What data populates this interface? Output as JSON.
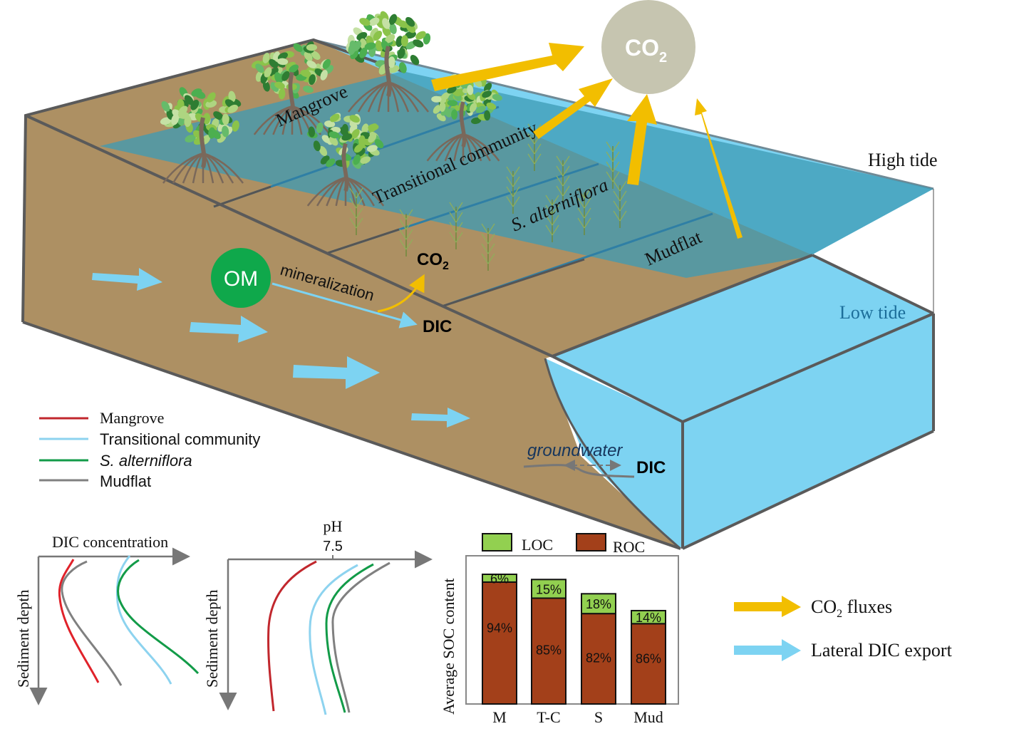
{
  "diagram": {
    "zones": [
      "Mangrove",
      "Transitional community",
      "S. alterniflora",
      "Mudflat"
    ],
    "tide_labels": {
      "high": "High tide",
      "low": "Low tide"
    },
    "atmosphere": {
      "label": "CO",
      "sub": "2"
    },
    "soil": {
      "om_label": "OM",
      "process_label": "mineralization",
      "co2_label": "CO",
      "co2_sub": "2",
      "dic_label": "DIC",
      "groundwater_label": "groundwater",
      "groundwater_dic_label": "DIC"
    },
    "colors": {
      "soil": "#AD9063",
      "water_surface": "#58A5B0",
      "water": "#7DD3F2",
      "edge": "#5A5A5A",
      "co2_arrow": "#F2BE00",
      "dic_arrow": "#7DD3F2",
      "co2_circle": "#C6C5B0",
      "om_circle": "#0FA84B",
      "tree_trunk": "#7A685A",
      "leaf": "#6DBE45"
    }
  },
  "line_legend": {
    "items": [
      {
        "label": "Mangrove",
        "color": "#E0222A",
        "italic": false
      },
      {
        "label": "Transitional community",
        "color": "#8DD3EF",
        "italic": false
      },
      {
        "label": "S. alterniflora",
        "color": "#129B48",
        "italic": true
      },
      {
        "label": "Mudflat",
        "color": "#808080",
        "italic": false
      }
    ]
  },
  "arrow_legend": {
    "co2": {
      "label": "CO",
      "sub": "2",
      "rest": " fluxes",
      "color": "#F2BE00"
    },
    "dic": {
      "label": "Lateral DIC export",
      "color": "#7DD3F2"
    }
  },
  "chart_data": [
    {
      "type": "line",
      "title": "",
      "xlabel": "DIC concentration",
      "ylabel": "Sediment depth",
      "note": "schematic profiles (no numeric ticks)",
      "series": [
        {
          "name": "Mangrove",
          "color": "#E0222A",
          "shape": "decreases then increases with depth, lowest values"
        },
        {
          "name": "Mudflat",
          "color": "#808080",
          "shape": "decreases then increases with depth"
        },
        {
          "name": "Transitional community",
          "color": "#8DD3EF",
          "shape": "decreases then increases with depth"
        },
        {
          "name": "S. alterniflora",
          "color": "#129B48",
          "shape": "decreases then increases strongly with depth, highest at depth"
        }
      ]
    },
    {
      "type": "line",
      "title": "",
      "xlabel": "pH",
      "x_tick": "7.5",
      "ylabel": "Sediment depth",
      "note": "schematic profiles (no numeric depth ticks)",
      "series": [
        {
          "name": "Mangrove",
          "color": "#C1272D",
          "shape": "decreases with depth, lowest pH"
        },
        {
          "name": "Transitional community",
          "color": "#8DD3EF",
          "shape": "decreases with depth"
        },
        {
          "name": "S. alterniflora",
          "color": "#129B48",
          "shape": "decreases with depth"
        },
        {
          "name": "Mudflat",
          "color": "#808080",
          "shape": "decreases with depth, highest pH"
        }
      ]
    },
    {
      "type": "bar",
      "stacked": true,
      "title": "",
      "xlabel": "",
      "ylabel": "Average SOC content",
      "categories": [
        "M",
        "T-C",
        "S",
        "Mud"
      ],
      "totals_relative": [
        1.0,
        0.96,
        0.85,
        0.72
      ],
      "series": [
        {
          "name": "ROC",
          "color": "#A3401A",
          "values": [
            94,
            85,
            82,
            86
          ],
          "labels": [
            "94%",
            "85%",
            "82%",
            "86%"
          ]
        },
        {
          "name": "LOC",
          "color": "#92D050",
          "values": [
            6,
            15,
            18,
            14
          ],
          "labels": [
            "6%",
            "15%",
            "18%",
            "14%"
          ]
        }
      ],
      "legend": {
        "position": "top",
        "items": [
          "LOC",
          "ROC"
        ]
      }
    }
  ]
}
